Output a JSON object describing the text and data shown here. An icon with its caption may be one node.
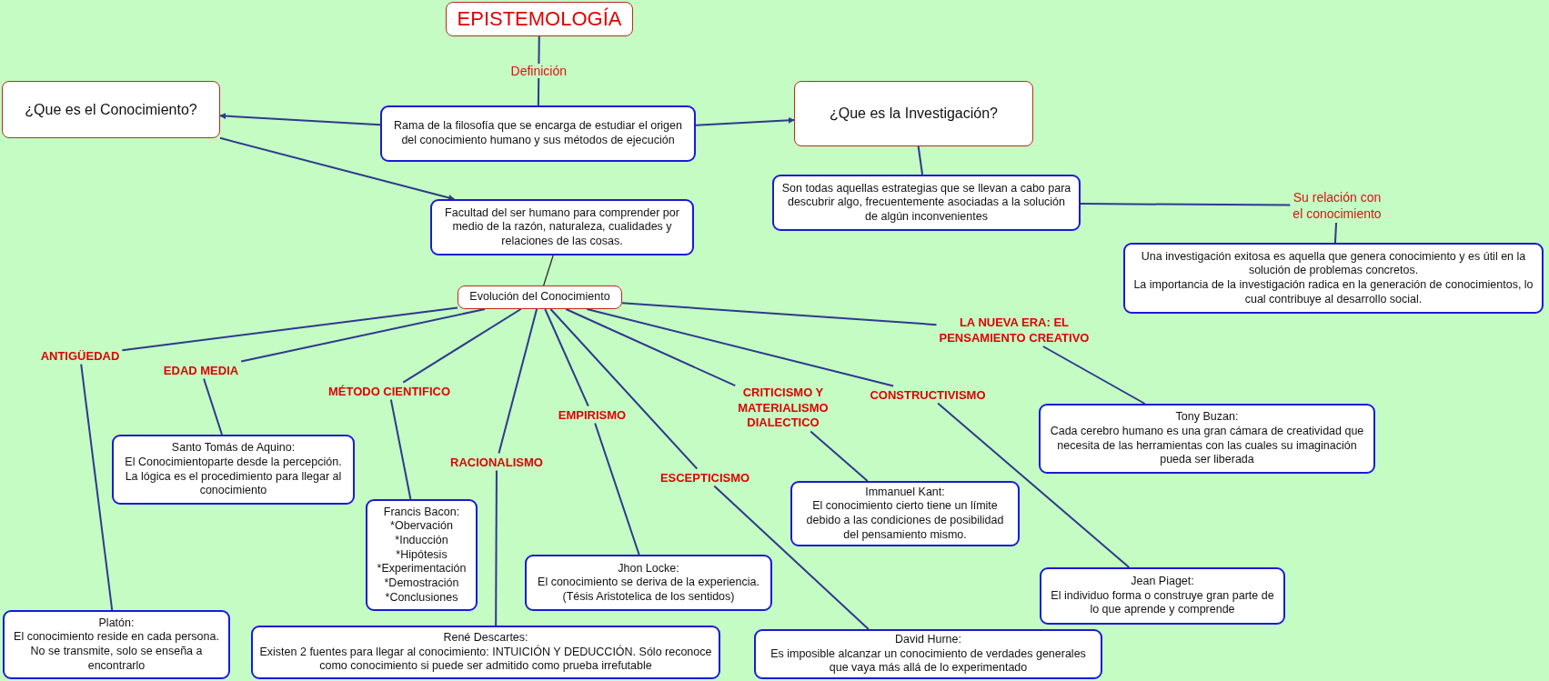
{
  "diagram": {
    "nodes": [
      {
        "text": [
          "EPISTEMOLOGÍA"
        ]
      },
      {
        "text": [
          "¿Que es el Conocimiento?"
        ]
      },
      {
        "text": [
          "Rama de la filosofía que se encarga de estudiar el origen del conocimiento humano y sus métodos de ejecución"
        ]
      },
      {
        "text": [
          "¿Que es la Investigación?"
        ]
      },
      {
        "text": [
          "Facultad del ser humano para comprender por medio de la razón, naturaleza, cualidades y relaciones de las cosas."
        ]
      },
      {
        "text": [
          "Son todas aquellas estrategias que se llevan a cabo para descubrir algo, frecuentemente asociadas a la solución de algún inconvenientes"
        ]
      },
      {
        "text": [
          "Su relación con el conocimiento"
        ]
      },
      {
        "text": [
          "Una investigación exitosa es aquella que genera conocimiento y es útil en la solución de problemas concretos.",
          "La importancia de la investigación radica en la generación de conocimientos, lo cual contribuye al desarrollo social."
        ]
      },
      {
        "text": [
          "Evolución del Conocimiento"
        ]
      },
      {
        "text": [
          "ANTIGÜEDAD"
        ]
      },
      {
        "text": [
          "EDAD MEDIA"
        ]
      },
      {
        "text": [
          "MÉTODO CIENTIFICO"
        ]
      },
      {
        "text": [
          "RACIONALISMO"
        ]
      },
      {
        "text": [
          "EMPIRISMO"
        ]
      },
      {
        "text": [
          "ESCEPTICISMO"
        ]
      },
      {
        "text": [
          "CRITICISMO Y MATERIALISMO DIALECTICO"
        ]
      },
      {
        "text": [
          "CONSTRUCTIVISMO"
        ]
      },
      {
        "text": [
          "LA NUEVA ERA: EL PENSAMIENTO CREATIVO"
        ]
      },
      {
        "text": [
          "Santo Tomás de Aquino:",
          "El Conocimientoparte desde la percepción. La lógica es el procedimiento para llegar al conocimiento"
        ]
      },
      {
        "text": [
          "Francis Bacon:",
          "*Obervación *Inducción *Hipótesis *Experimentación *Demostración *Conclusiones"
        ]
      },
      {
        "text": [
          "Platón:",
          "El conocimiento reside en cada persona. No se transmite, solo se enseña a encontrarlo"
        ]
      },
      {
        "text": [
          "René Descartes:",
          "Existen 2 fuentes para llegar al conocimiento: INTUICIÓN Y DEDUCCIÓN. Sólo reconoce como conocimiento si puede ser admitido como prueba irrefutable"
        ]
      },
      {
        "text": [
          "Jhon Locke:",
          "El conocimiento se deriva de la experiencia. (Tésis Aristotelica de los sentidos)"
        ]
      },
      {
        "text": [
          "David Hurne:",
          "Es imposible alcanzar un conocimiento de verdades generales que vaya más allá de lo experimentado"
        ]
      },
      {
        "text": [
          "Immanuel Kant:",
          "El conocimiento cierto tiene un límite debido a las condiciones de posibilidad del pensamiento mismo."
        ]
      },
      {
        "text": [
          "Jean Piaget:",
          "El individuo forma o construye gran parte de lo que aprende y comprende"
        ]
      },
      {
        "text": [
          "Tony Buzan:",
          "Cada cerebro humano es una gran cámara de creatividad que necesita de las herramientas con las cuales su imaginación pueda ser liberada"
        ]
      }
    ],
    "edges": [
      {
        "from": 0,
        "to": 2,
        "arrow": "none",
        "label": "Definición"
      },
      {
        "from": 2,
        "to": 1,
        "arrow": "to"
      },
      {
        "from": 2,
        "to": 3,
        "arrow": "to"
      },
      {
        "from": 1,
        "to": 4,
        "arrow": "to"
      },
      {
        "from": 3,
        "to": 5,
        "arrow": "none"
      },
      {
        "from": 5,
        "to": 6,
        "arrow": "none"
      },
      {
        "from": 6,
        "to": 7,
        "arrow": "none"
      },
      {
        "from": 4,
        "to": 8,
        "arrow": "none",
        "color": "#222222"
      },
      {
        "from": 8,
        "to": 9,
        "arrow": "none"
      },
      {
        "from": 8,
        "to": 10,
        "arrow": "none"
      },
      {
        "from": 8,
        "to": 11,
        "arrow": "none"
      },
      {
        "from": 8,
        "to": 12,
        "arrow": "none"
      },
      {
        "from": 8,
        "to": 13,
        "arrow": "none"
      },
      {
        "from": 8,
        "to": 14,
        "arrow": "none"
      },
      {
        "from": 8,
        "to": 15,
        "arrow": "none"
      },
      {
        "from": 8,
        "to": 16,
        "arrow": "none"
      },
      {
        "from": 8,
        "to": 17,
        "arrow": "none"
      },
      {
        "from": 9,
        "to": 20,
        "arrow": "none"
      },
      {
        "from": 10,
        "to": 18,
        "arrow": "none"
      },
      {
        "from": 11,
        "to": 19,
        "arrow": "none"
      },
      {
        "from": 12,
        "to": 21,
        "arrow": "none"
      },
      {
        "from": 13,
        "to": 22,
        "arrow": "none"
      },
      {
        "from": 14,
        "to": 23,
        "arrow": "none"
      },
      {
        "from": 15,
        "to": 24,
        "arrow": "none"
      },
      {
        "from": 16,
        "to": 25,
        "arrow": "none"
      },
      {
        "from": 17,
        "to": 26,
        "arrow": "none"
      }
    ]
  }
}
